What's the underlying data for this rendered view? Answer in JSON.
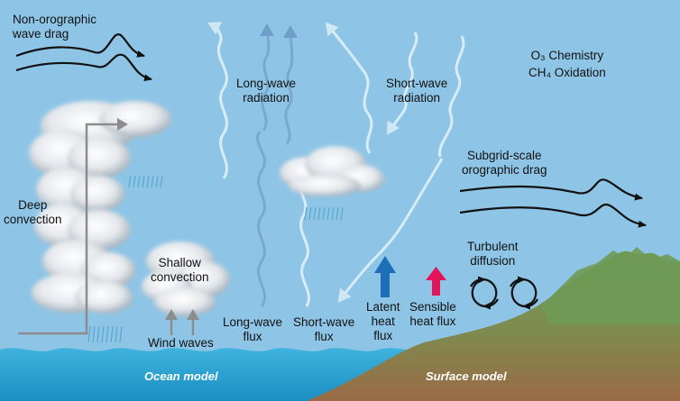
{
  "labels": {
    "non_orographic": [
      "Non-orographic",
      "wave drag"
    ],
    "long_wave_radiation": [
      "Long-wave",
      "radiation"
    ],
    "short_wave_radiation": [
      "Short-wave",
      "radiation"
    ],
    "o3_chemistry": "O₃ Chemistry",
    "ch4_oxidation": "CH₄ Oxidation",
    "subgrid_drag": [
      "Subgrid-scale",
      "orographic drag"
    ],
    "deep_convection": [
      "Deep",
      "convection"
    ],
    "shallow_convection": [
      "Shallow",
      "convection"
    ],
    "turbulent_diffusion": [
      "Turbulent",
      "diffusion"
    ],
    "latent_heat_flux": [
      "Latent",
      "heat",
      "flux"
    ],
    "sensible_heat_flux": [
      "Sensible",
      "heat flux"
    ],
    "long_wave_flux": [
      "Long-wave",
      "flux"
    ],
    "short_wave_flux": [
      "Short-wave",
      "flux"
    ],
    "wind_waves": "Wind waves",
    "ocean_model": "Ocean model",
    "surface_model": "Surface model"
  },
  "colors": {
    "sky": "#8ec5e6",
    "ocean": "#1a9fcf",
    "land_top": "#6f9a55",
    "land_bottom": "#9a6a45",
    "latent_arrow": "#1e6fb8",
    "sensible_arrow": "#e3145a",
    "wave_line": "#e8f3fb"
  }
}
